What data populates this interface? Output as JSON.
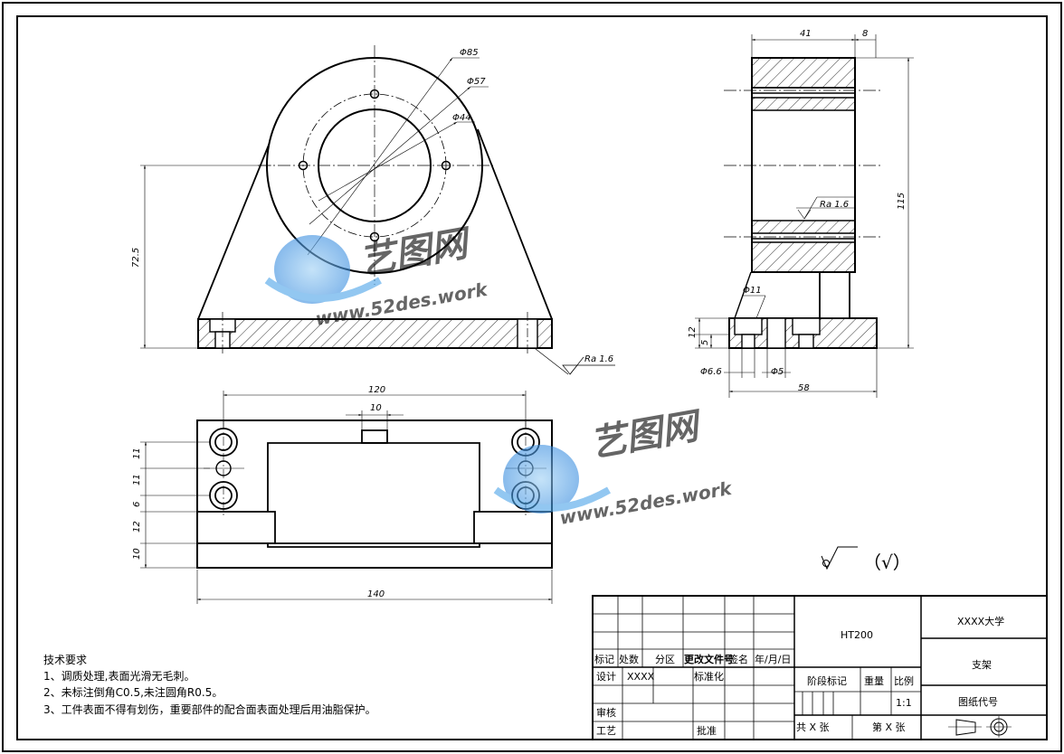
{
  "dimensions": {
    "d85": "Φ85",
    "d57": "Φ57",
    "d44": "Φ44",
    "h72_5": "72.5",
    "w41": "41",
    "w8": "8",
    "h115": "115",
    "ra16_side": "Ra 1.6",
    "ra16_front": "Ra 1.6",
    "d11": "Φ11",
    "h12": "12",
    "h5": "5",
    "d6_6": "Φ6.6",
    "d5": "Φ5",
    "w58": "58",
    "w120": "120",
    "w10": "10",
    "w140": "140",
    "v11a": "11",
    "v11b": "11",
    "v6": "6",
    "v12": "12",
    "v10": "10"
  },
  "surface_symbol": "（√）",
  "watermark": {
    "brand": "艺图网",
    "url": "www.52des.work"
  },
  "notes": {
    "title": "技术要求",
    "items": [
      "1、调质处理,表面光滑无毛刺。",
      "2、未标注倒角C0.5,未注圆角R0.5。",
      "3、工件表面不得有划伤，重要部件的配合面表面处理后用油脂保护。"
    ]
  },
  "title_block": {
    "material": "HT200",
    "university": "XXXX大学",
    "part_name": "支架",
    "drawing_code_label": "图纸代号",
    "header_mark": "标记",
    "header_count": "处数",
    "header_zone": "分区",
    "header_doc": "更改文件号",
    "header_sign": "签名",
    "header_date": "年/月/日",
    "design_label": "设计",
    "designer": "XXXX",
    "standard_label": "标准化",
    "stage_label": "阶段标记",
    "weight_label": "重量",
    "scale_label": "比例",
    "scale": "1:1",
    "review_label": "审核",
    "process_label": "工艺",
    "approve_label": "批准",
    "sheets_total": "共 X 张",
    "sheet_current": "第 X 张"
  }
}
